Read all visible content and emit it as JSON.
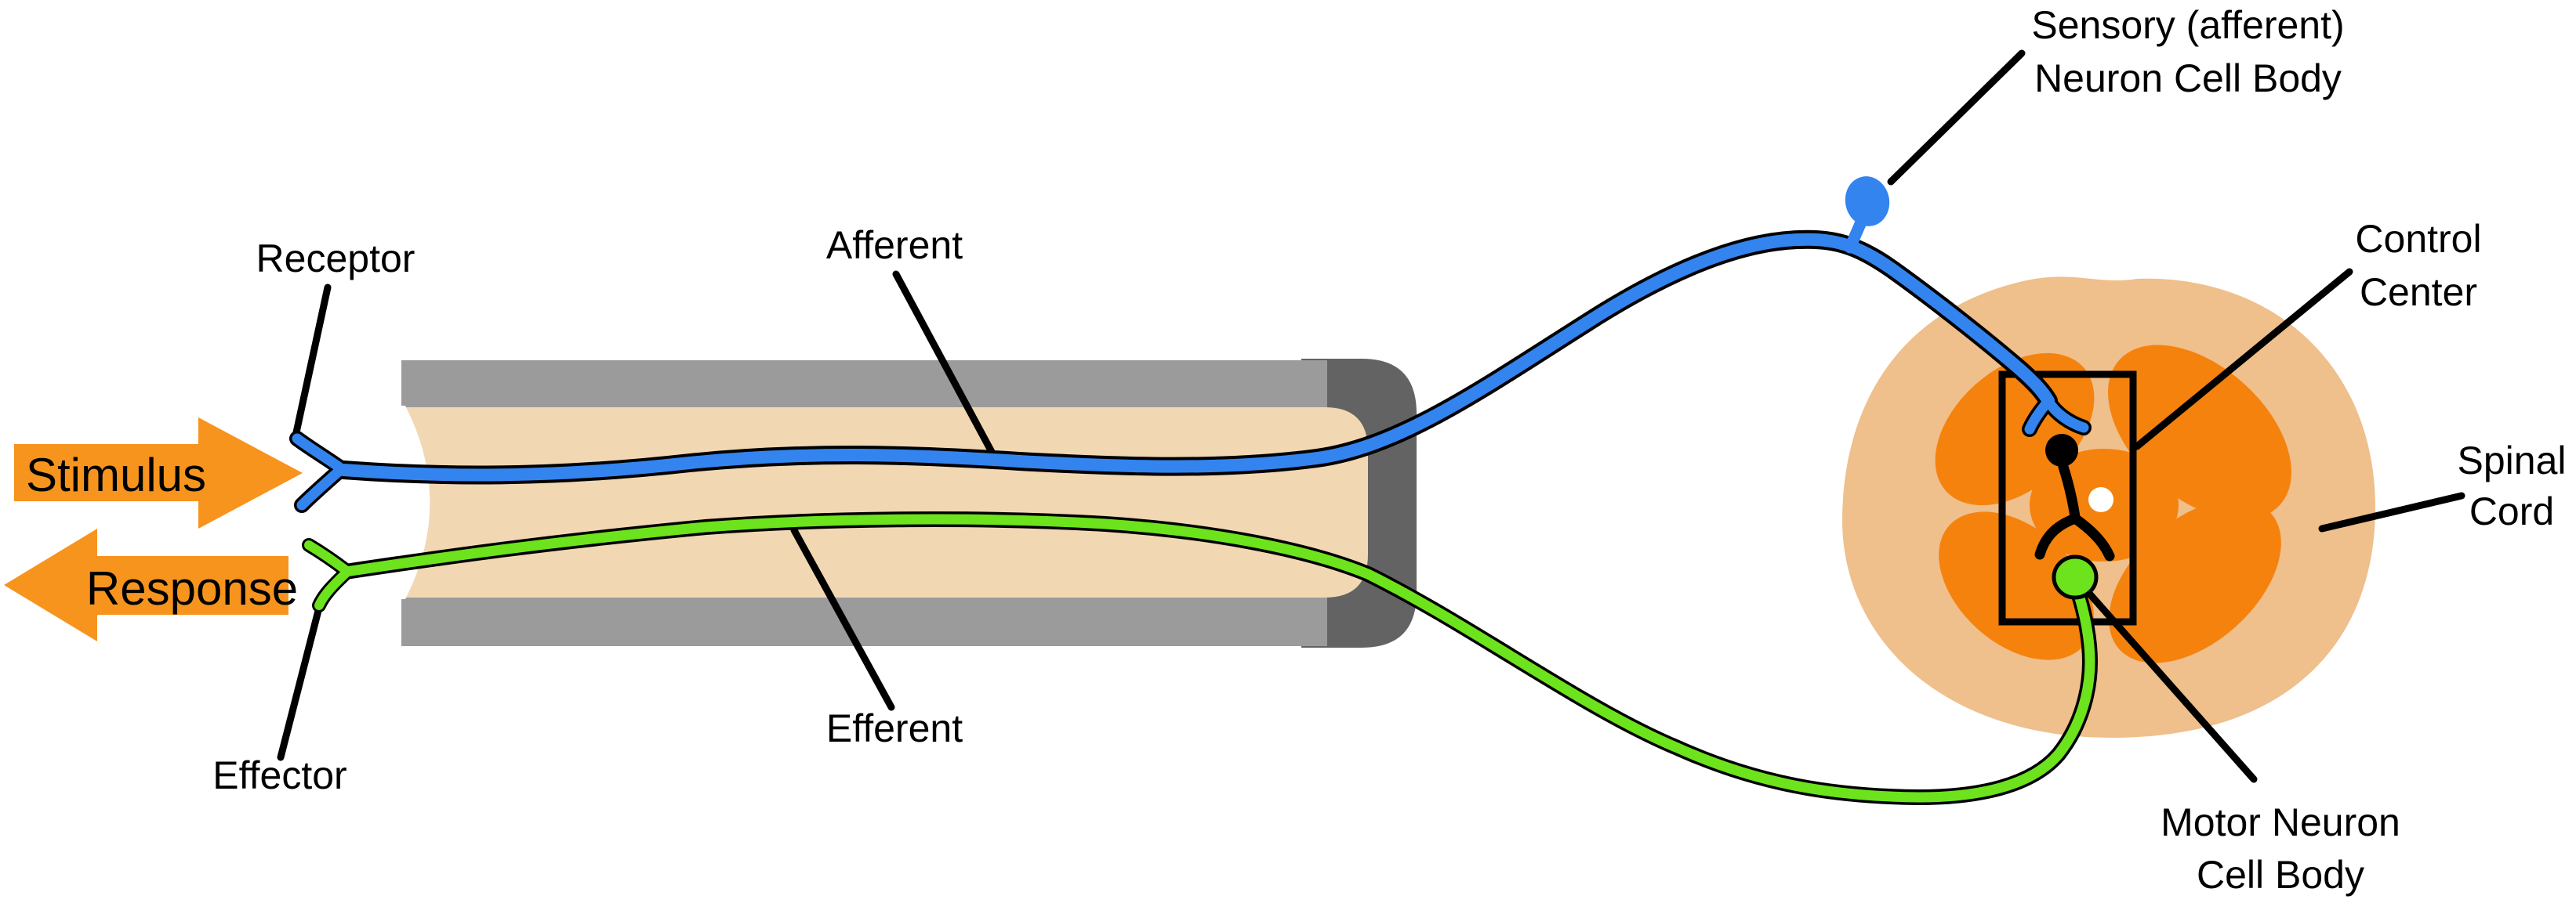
{
  "diagram": {
    "labels": {
      "receptor": "Receptor",
      "afferent": "Afferent",
      "efferent": "Efferent",
      "effector": "Effector",
      "stimulus": "Stimulus",
      "response": "Response",
      "sensory_line1": "Sensory (afferent)",
      "sensory_line2": "Neuron Cell Body",
      "control_line1": "Control",
      "control_line2": "Center",
      "spinal_line1": "Spinal",
      "spinal_line2": "Cord",
      "motor_line1": "Motor Neuron",
      "motor_line2": "Cell Body"
    },
    "colors": {
      "arrow_orange": "#F7941D",
      "gray_matter_orange": "#F5820D",
      "spinal_cord_tan": "#EFBF8C",
      "nerve_interior_tan": "#F2D7B3",
      "nerve_sheath_gray": "#9B9B9B",
      "nerve_cap_gray": "#636363",
      "afferent_blue": "#3384EE",
      "efferent_green": "#6CE31C",
      "outline_black": "#000000",
      "central_canal_white": "#FFFFFF"
    }
  }
}
